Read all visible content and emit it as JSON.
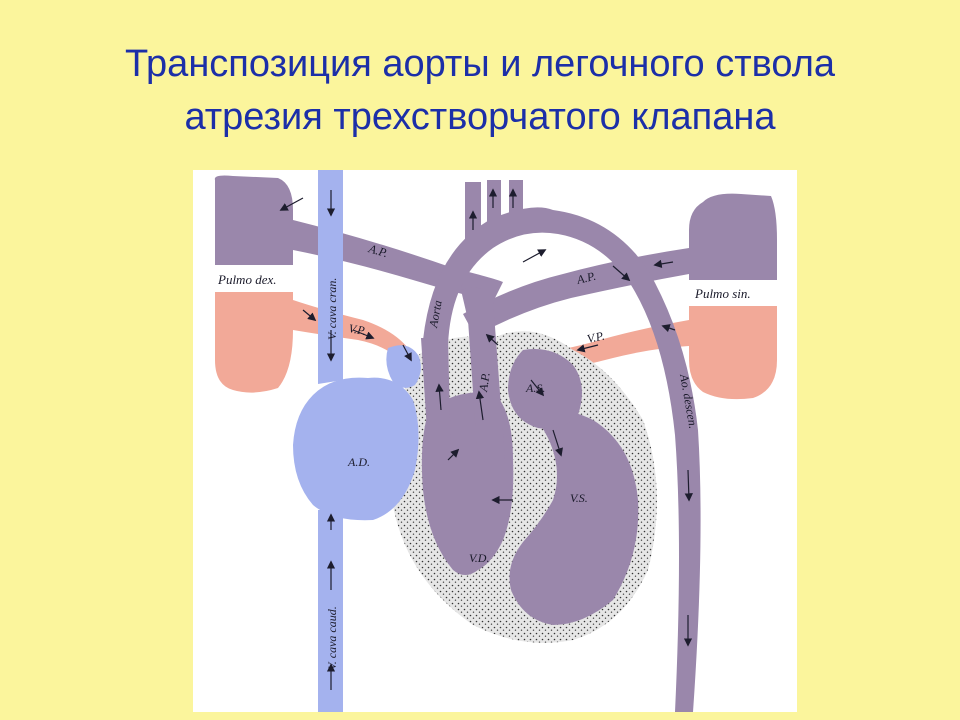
{
  "title": {
    "line1": "Транспозиция аорты и легочного ствола",
    "line2": "атрезия трехстворчатого клапана"
  },
  "colors": {
    "background": "#fbf59c",
    "title": "#1c2fa8",
    "venous_blue": "#a4b2ee",
    "mixed_purple": "#9a87ab",
    "oxygenated_pink": "#f2a998",
    "myocardium": "#e2e2e2"
  },
  "diagram": {
    "labels": {
      "pulmo_dex": "Pulmo dex.",
      "pulmo_sin": "Pulmo sin.",
      "ap_right": "A.P.",
      "ap_left": "A.P.",
      "vp_right": "V.P.",
      "vp_left": "V.P.",
      "v_cava_cran": "V. cava cran.",
      "v_cava_caud": "V. cava caud.",
      "aorta": "Aorta",
      "ap_trunk": "A.P.",
      "as": "A.S.",
      "ad": "A.D.",
      "vs": "V.S.",
      "vd": "V.D.",
      "ao_descen": "Ao. descen."
    }
  }
}
